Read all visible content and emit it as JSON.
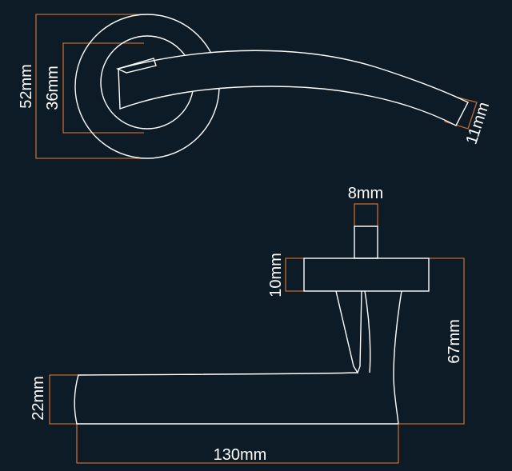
{
  "colors": {
    "background": "#0d1b26",
    "outline": "#ffffff",
    "dimension_line": "#c46a2b",
    "label": "#ffffff"
  },
  "top_view": {
    "rose_diameter": "52mm",
    "inner_plate": "36mm",
    "lever_tip": "11mm"
  },
  "side_view": {
    "spindle": "8mm",
    "rose_thickness": "10mm",
    "projection": "67mm",
    "lever_height": "22mm",
    "lever_length": "130mm"
  }
}
